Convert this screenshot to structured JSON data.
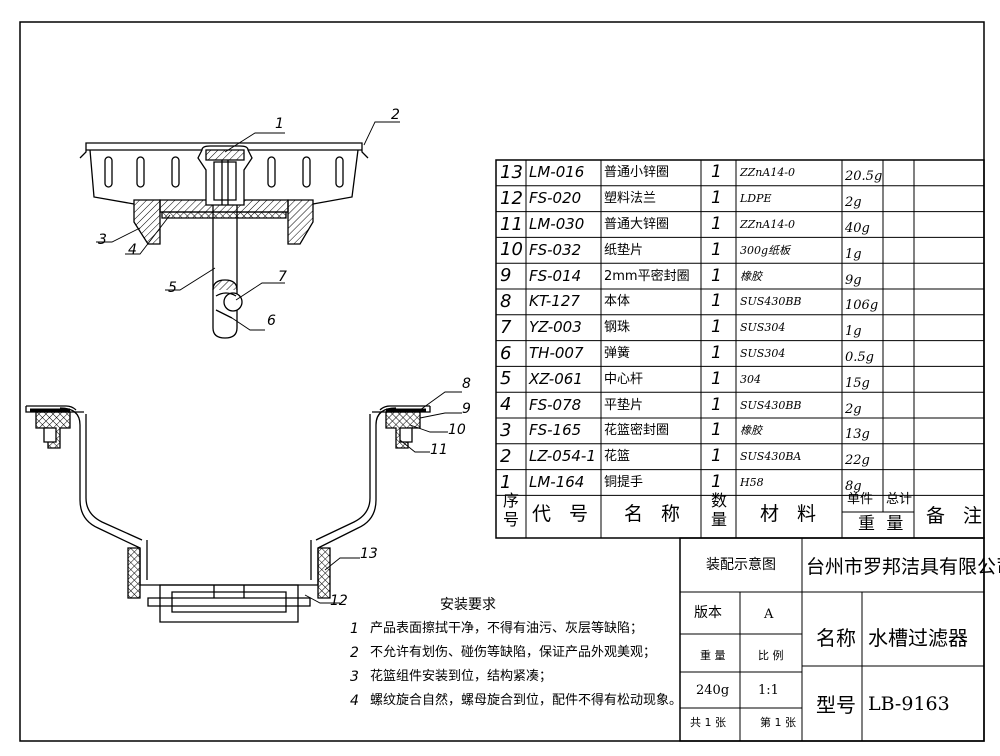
{
  "parts": [
    {
      "no": "13",
      "code": "LM-016",
      "name": "普通小锌圈",
      "qty": "1",
      "material": "ZZnA14-0",
      "unit_weight": "20.5g"
    },
    {
      "no": "12",
      "code": "FS-020",
      "name": "塑料法兰",
      "qty": "1",
      "material": "LDPE",
      "unit_weight": "2g"
    },
    {
      "no": "11",
      "code": "LM-030",
      "name": "普通大锌圈",
      "qty": "1",
      "material": "ZZnA14-0",
      "unit_weight": "40g"
    },
    {
      "no": "10",
      "code": "FS-032",
      "name": "纸垫片",
      "qty": "1",
      "material": "300g纸板",
      "unit_weight": "1g"
    },
    {
      "no": "9",
      "code": "FS-014",
      "name": "2mm平密封圈",
      "qty": "1",
      "material": "橡胶",
      "unit_weight": "9g"
    },
    {
      "no": "8",
      "code": "KT-127",
      "name": "本体",
      "qty": "1",
      "material": "SUS430BB",
      "unit_weight": "106g"
    },
    {
      "no": "7",
      "code": "YZ-003",
      "name": "钢珠",
      "qty": "1",
      "material": "SUS304",
      "unit_weight": "1g"
    },
    {
      "no": "6",
      "code": "TH-007",
      "name": "弹簧",
      "qty": "1",
      "material": "SUS304",
      "unit_weight": "0.5g"
    },
    {
      "no": "5",
      "code": "XZ-061",
      "name": "中心杆",
      "qty": "1",
      "material": "304",
      "unit_weight": "15g"
    },
    {
      "no": "4",
      "code": "FS-078",
      "name": "平垫片",
      "qty": "1",
      "material": "SUS430BB",
      "unit_weight": "2g"
    },
    {
      "no": "3",
      "code": "FS-165",
      "name": "花篮密封圈",
      "qty": "1",
      "material": "橡胶",
      "unit_weight": "13g"
    },
    {
      "no": "2",
      "code": "LZ-054-1",
      "name": "花篮",
      "qty": "1",
      "material": "SUS430BA",
      "unit_weight": "22g"
    },
    {
      "no": "1",
      "code": "LM-164",
      "name": "铜提手",
      "qty": "1",
      "material": "H58",
      "unit_weight": "8g"
    }
  ],
  "table_header": {
    "no": "序号",
    "code": "代 号",
    "name": "名 称",
    "qty": "数量",
    "material": "材 料",
    "unit": "单件",
    "total": "总计",
    "weight": "重 量",
    "remark": "备 注"
  },
  "title_block": {
    "drawing_type": "装配示意图",
    "company": "台州市罗邦洁具有限公司",
    "version_label": "版本",
    "version": "A",
    "name_label": "名称",
    "name": "水槽过滤器",
    "weight_label": "重 量",
    "scale_label": "比 例",
    "weight": "240g",
    "scale": "1:1",
    "model_label": "型号",
    "model": "LB-9163",
    "sheets": "共 1 张",
    "sheet_no": "第 1 张"
  },
  "requirements": {
    "title": "安装要求",
    "items": [
      {
        "no": "1",
        "text": "产品表面擦拭干净，不得有油污、灰层等缺陷；"
      },
      {
        "no": "2",
        "text": "不允许有划伤、碰伤等缺陷，保证产品外观美观；"
      },
      {
        "no": "3",
        "text": "花篮组件安装到位，结构紧凑；"
      },
      {
        "no": "4",
        "text": "螺纹旋合自然，螺母旋合到位，配件不得有松动现象。"
      }
    ]
  },
  "callouts": {
    "basket": [
      "1",
      "2",
      "3",
      "4",
      "5",
      "7",
      "6"
    ],
    "body": [
      "8",
      "9",
      "10",
      "11",
      "13",
      "12"
    ]
  }
}
